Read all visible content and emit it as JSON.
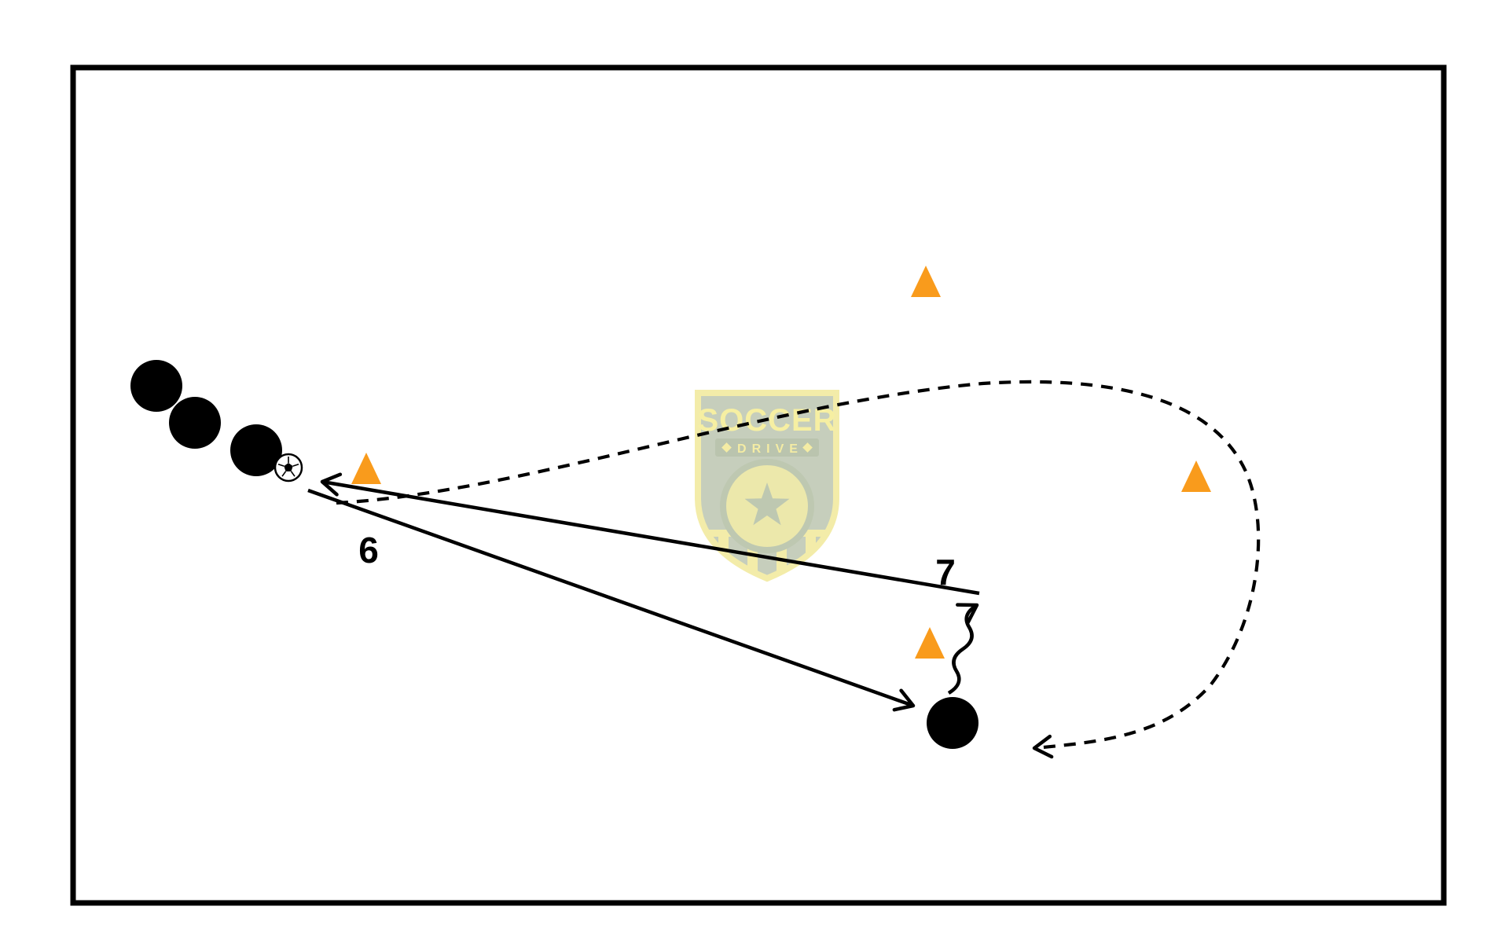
{
  "diagram": {
    "type": "soccer-drill-diagram",
    "labels": {
      "pass_6": "6",
      "pass_7": "7"
    },
    "watermark": {
      "line1": "SOCCER",
      "line2": "DRIVE"
    },
    "colors": {
      "background": "#FFFFFF",
      "field_border": "#000000",
      "player": "#000000",
      "line": "#000000",
      "cone": "#F99B1C",
      "logo_shield_fill": "#93A37F",
      "logo_band_fill": "#7C8F66",
      "logo_accent_yellow": "#E9DC5C",
      "logo_text_yellow": "#EFE14F",
      "logo_star_green": "#84966B"
    },
    "elements": {
      "waiting_players": 3,
      "receiving_players": 1,
      "balls": 1,
      "cones": 4,
      "solid_pass_lines": 2,
      "dribble_squiggle_lines": 1,
      "dashed_run_lines": 1
    }
  }
}
